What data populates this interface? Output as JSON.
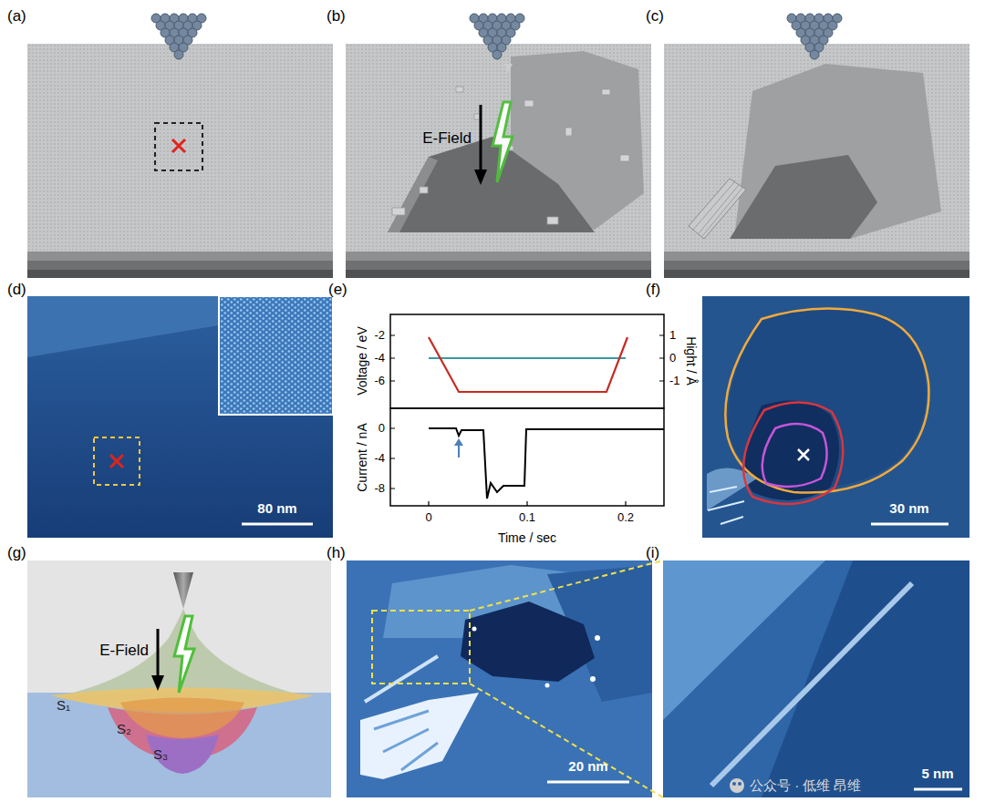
{
  "diagram": {
    "labels": [
      "(a)",
      "(b)",
      "(c)",
      "E-Field",
      "(d)",
      "80 nm",
      "(e)",
      "-2",
      "-4",
      "-6",
      "1",
      "0",
      "-1",
      "Voltage / eV",
      "Hight / Å",
      "0",
      "-4",
      "-8",
      "Current / nA",
      "0",
      "0.1",
      "0.2",
      "Time / sec",
      "(f)",
      "30 nm",
      "(g)",
      "E-Field",
      "S₁",
      "S₂",
      "S₃",
      "(h)",
      "20 nm",
      "(i)",
      "5 nm",
      "公众号 · 低维 昂维"
    ]
  }
}
